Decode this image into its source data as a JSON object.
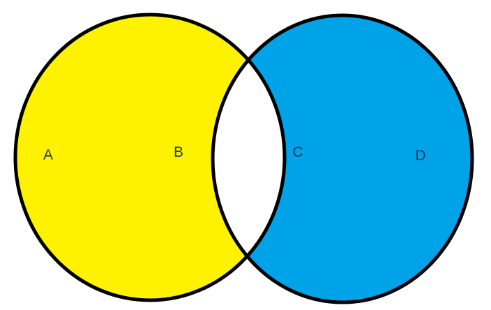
{
  "diagram": {
    "type": "venn",
    "colors": {
      "left_fill": "#fff200",
      "right_fill": "#00a2e8",
      "overlap_fill": "#ffffff",
      "outline": "#000000",
      "label": "#1f3a5a"
    },
    "labels": {
      "a": "A",
      "b": "B",
      "c": "C",
      "d": "D"
    }
  }
}
